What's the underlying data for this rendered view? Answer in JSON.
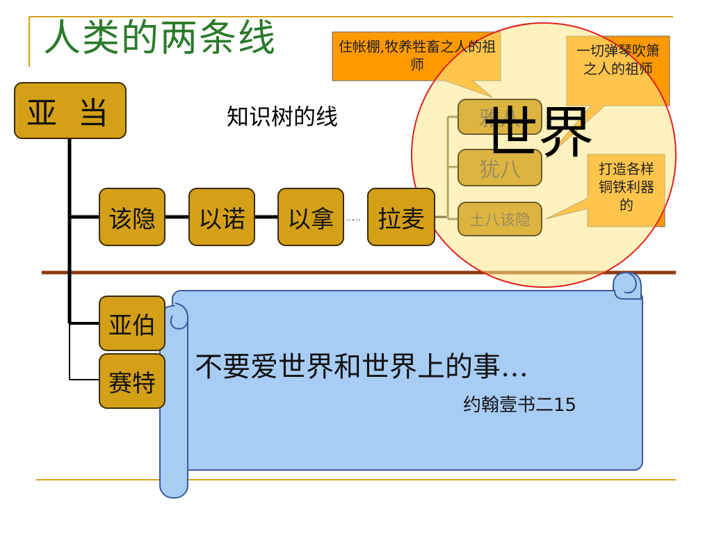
{
  "title": "人类的两条线",
  "subtitle": "知识树的线",
  "nodes": {
    "adam": "亚 当",
    "cain": "该隐",
    "enoch": "以诺",
    "irad": "以拿",
    "ellipsis": "……",
    "lamech": "拉麦",
    "jabal": "雅八",
    "jubal": "犹八",
    "tubal_cain": "土八该隐",
    "abel": "亚伯",
    "seth": "赛特"
  },
  "callouts": {
    "jabal_note": "住帐棚,牧养牲畜之人的祖师",
    "jubal_note": "一切弹琴吹箫之人的祖师",
    "tubal_note": "打造各样铜铁利器的"
  },
  "circle_label": "世界",
  "scroll": {
    "verse": "不要爱世界和世界上的事…",
    "reference": "约翰壹书二15"
  },
  "colors": {
    "node_fill": "#d4a017",
    "callout_fill": "#ff9900",
    "circle_stroke": "#e02020",
    "circle_fill": "#ffe88a",
    "divider": "#8b3a0f",
    "rule_lines": "#d4a017",
    "scroll_fill": "#a8cdf5",
    "title_color": "#2a7a2a"
  }
}
